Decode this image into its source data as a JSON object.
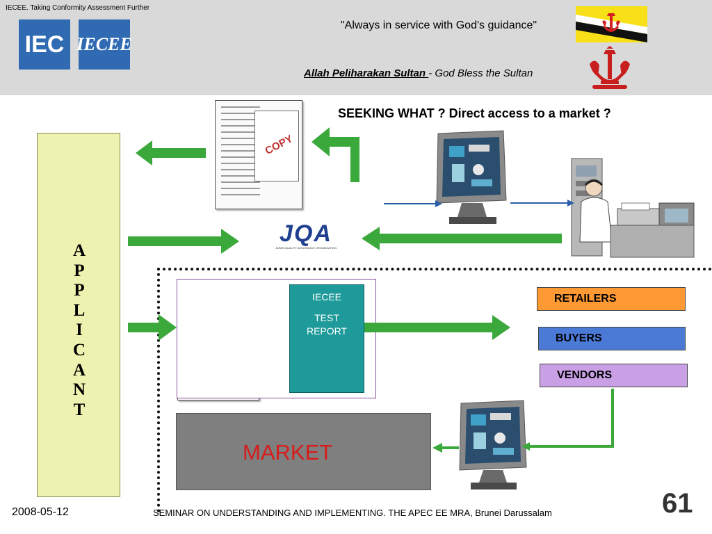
{
  "header": {
    "caption": "IECEE. Taking Conformity Assessment Further",
    "motto": "\"Always in service with God's guidance\"",
    "subtitle_prefix": "Allah Peliharakan Sultan ",
    "subtitle_suffix": "- God Bless the Sultan",
    "logos": {
      "iec": "IEC",
      "iecee": "IECEE"
    }
  },
  "question": "SEEKING WHAT ? Direct access to a market ?",
  "applicant": [
    "A",
    "P",
    "P",
    "L",
    "I",
    "C",
    "A",
    "N",
    "T"
  ],
  "certificate": {
    "stamp": "COPY"
  },
  "jqa": {
    "name": "JQA",
    "tagline": "JAPAN QUALITY ASSURANCE ORGANIZATION"
  },
  "test_report": {
    "line1": "IECEE",
    "line2": "TEST",
    "line3": "REPORT"
  },
  "stakeholders": {
    "retailers": "RETAILERS",
    "buyers": "BUYERS",
    "vendors": "VENDORS"
  },
  "market": "MARKET",
  "footer": {
    "date": "2008-05-12",
    "seminar": "SEMINAR ON UNDERSTANDING AND IMPLEMENTING. THE APEC EE MRA, Brunei Darussalam",
    "page": "61"
  },
  "colors": {
    "arrow_green": "#3aa83a",
    "arrow_blue": "#2a5da8",
    "header_grey": "#d9d9d9",
    "applicant_fill": "#eef2b0",
    "teal": "#1f9a9a",
    "retailers": "#ff9933",
    "buyers": "#4a7ad6",
    "vendors": "#c9a0e6",
    "market_fill": "#7f7f7f",
    "market_text": "#d81b1b"
  }
}
